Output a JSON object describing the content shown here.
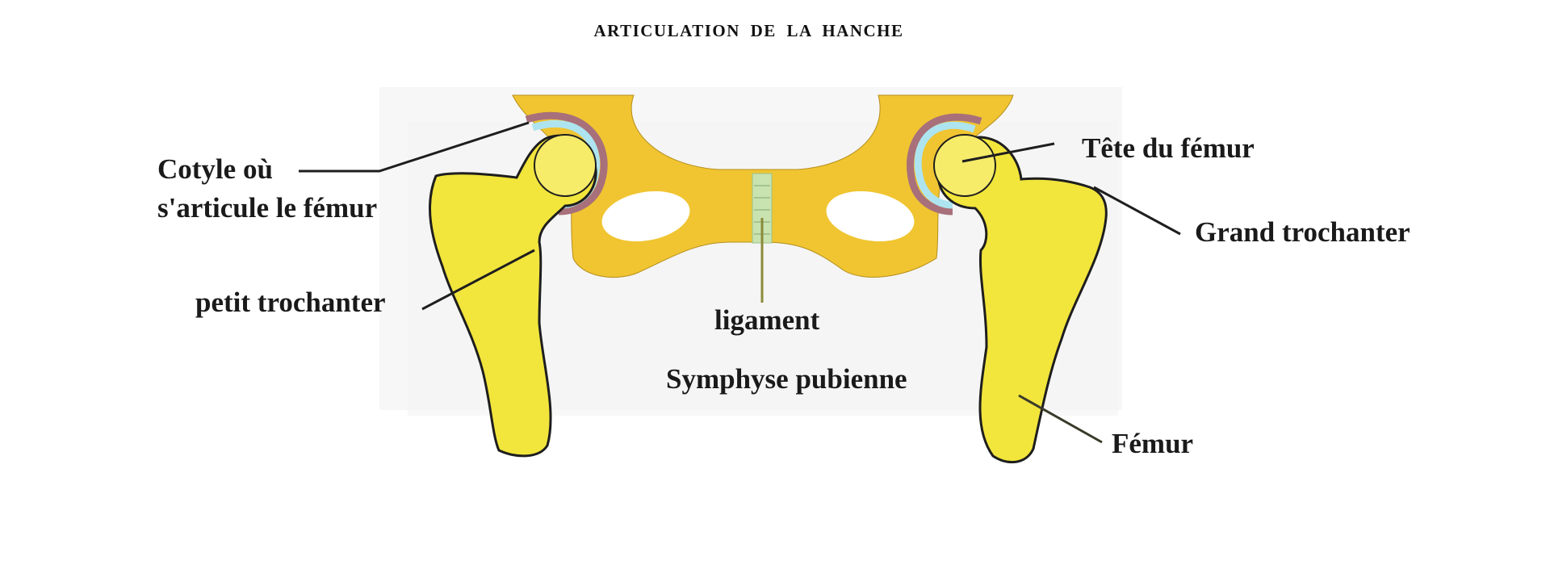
{
  "title": "ARTICULATION DE LA HANCHE",
  "labels": {
    "cotyle_line1": "Cotyle où",
    "cotyle_line2": "s'articule le fémur",
    "petit_trochanter": "petit trochanter",
    "ligament": "ligament",
    "symphyse": "Symphyse pubienne",
    "tete_femur": "Tête du fémur",
    "grand_trochanter": "Grand trochanter",
    "femur": "Fémur"
  },
  "colors": {
    "bone": "#f2e53c",
    "pelvis": "#f0c531",
    "cartilage": "#aee4ef",
    "capsule": "#a8707a",
    "outline": "#1e1e1e",
    "ligament": "#c9e3b0"
  }
}
